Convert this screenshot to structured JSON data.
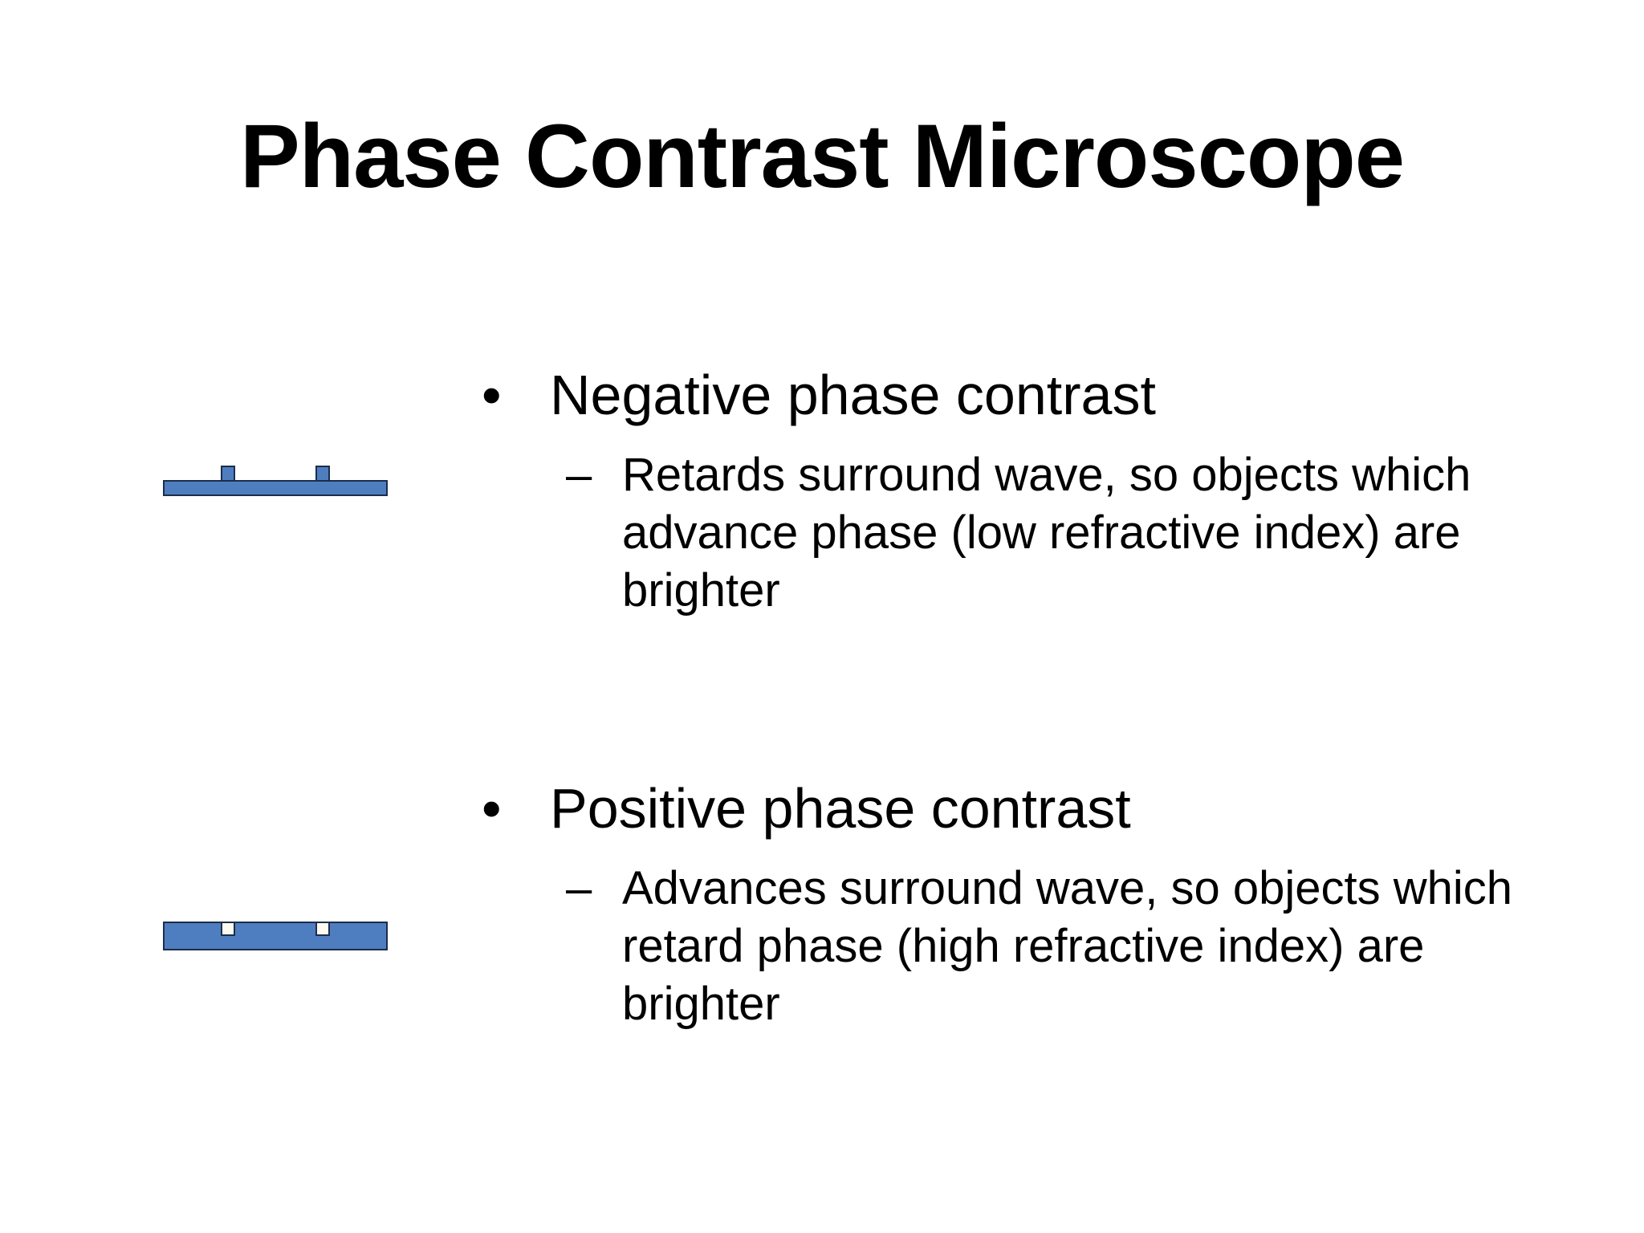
{
  "slide": {
    "title": "Phase Contrast Microscope",
    "bullets": [
      {
        "marker": "•",
        "heading": "Negative phase contrast",
        "sub_marker": "–",
        "sub_text": "Retards surround wave, so objects which advance phase (low refractive index) are brighter",
        "diagram_icon": "phase-plate-raised-icon"
      },
      {
        "marker": "•",
        "heading": "Positive phase contrast",
        "sub_marker": "–",
        "sub_text": "Advances surround wave, so objects which retard phase (high refractive index) are brighter",
        "diagram_icon": "phase-plate-recessed-icon"
      }
    ],
    "colors": {
      "plate_fill": "#4f7ec0",
      "plate_outline": "#1c2d4a",
      "notch_fill": "#fdfaf0"
    }
  }
}
